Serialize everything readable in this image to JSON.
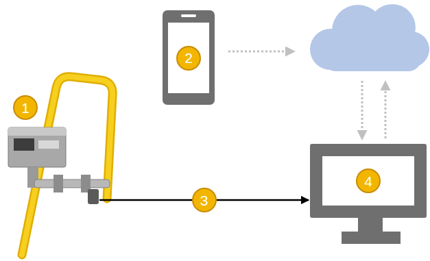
{
  "diagram": {
    "nodes": [
      {
        "text": [
          "1"
        ]
      },
      {
        "text": [
          "2"
        ]
      },
      {
        "text": [
          "4"
        ]
      }
    ],
    "edges": [
      {
        "from": 0,
        "to": 2,
        "arrow": "to",
        "label": "3"
      }
    ]
  }
}
